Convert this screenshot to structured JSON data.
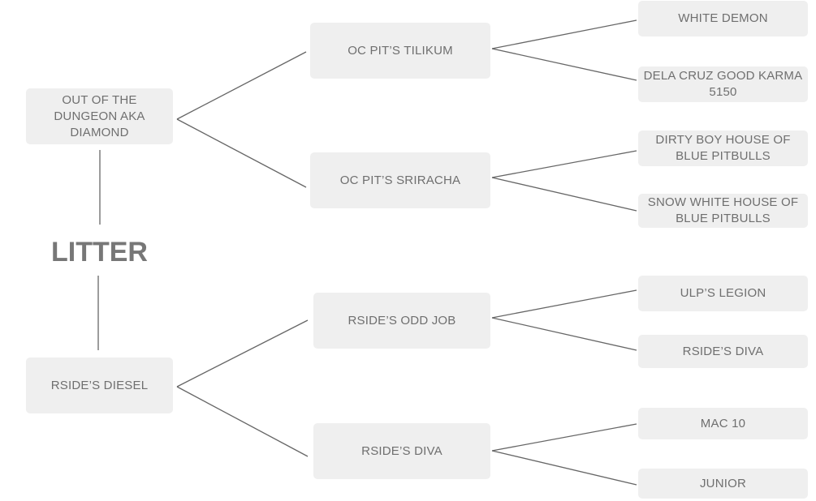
{
  "title": "LITTER",
  "sire": {
    "name": "OUT OF THE DUNGEON AKA DIAMOND",
    "sire": {
      "name": "OC PIT’S TILIKUM",
      "sire": "WHITE DEMON",
      "dam": "DELA CRUZ GOOD KARMA 5150"
    },
    "dam": {
      "name": "OC PIT’S SRIRACHA",
      "sire": "DIRTY BOY HOUSE OF BLUE PITBULLS",
      "dam": "SNOW WHITE HOUSE OF BLUE PITBULLS"
    }
  },
  "dam": {
    "name": "RSIDE’S DIESEL",
    "sire": {
      "name": "RSIDE’S ODD JOB",
      "sire": "ULP’S LEGION",
      "dam": "RSIDE’S DIVA"
    },
    "dam": {
      "name": "RSIDE’S DIVA",
      "sire": "MAC 10",
      "dam": "JUNIOR"
    }
  }
}
